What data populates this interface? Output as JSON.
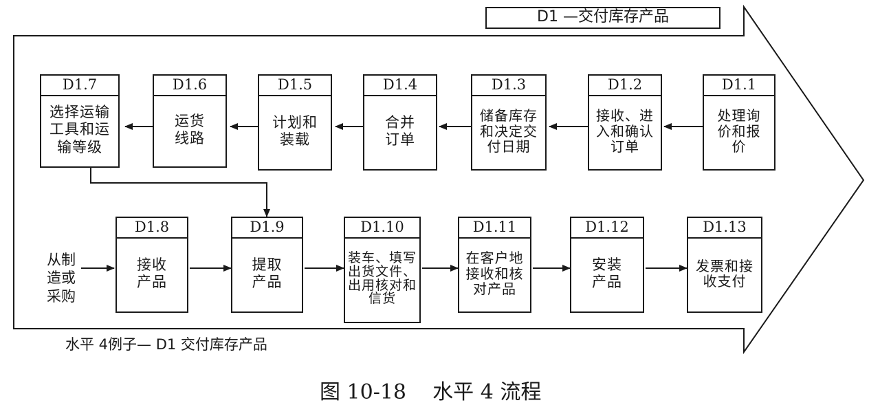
{
  "title": "D1 —交付库存产品",
  "example_label": "水平 4例子— D1 交付库存产品",
  "caption": "图 10-18    水平 4 流程",
  "source_label": "从制造或采购",
  "top_row": [
    {
      "id": "D1.1",
      "text": "处理询价和报价"
    },
    {
      "id": "D1.2",
      "text": "接收、进入和确认订单"
    },
    {
      "id": "D1.3",
      "text": "储备库存和决定交付日期"
    },
    {
      "id": "D1.4",
      "text": "合并订单"
    },
    {
      "id": "D1.5",
      "text": "计划和装载"
    },
    {
      "id": "D1.6",
      "text": "运货线路"
    },
    {
      "id": "D1.7",
      "text": "选择运输工具和运输等级"
    }
  ],
  "bottom_row": [
    {
      "id": "D1.8",
      "text": "接收产品"
    },
    {
      "id": "D1.9",
      "text": "提取产品"
    },
    {
      "id": "D1.10",
      "text": "装车、填写出货文件、出用核对和信货"
    },
    {
      "id": "D1.11",
      "text": "在客户地接收和核对产品"
    },
    {
      "id": "D1.12",
      "text": "安装产品"
    },
    {
      "id": "D1.13",
      "text": "发票和接收支付"
    }
  ]
}
